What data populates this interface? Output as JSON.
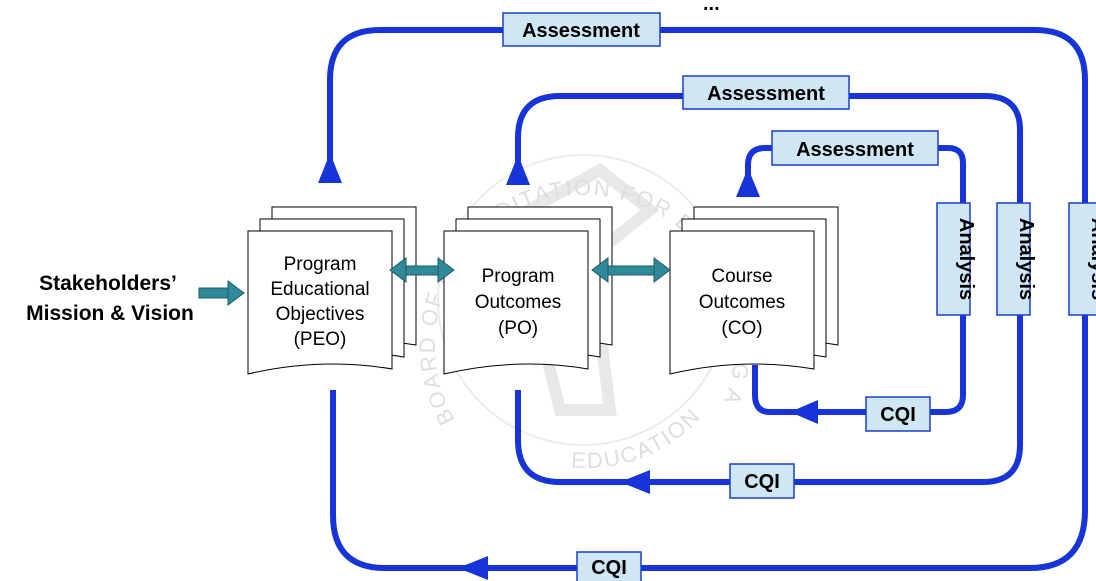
{
  "title_fragment": "...",
  "stakeholders": {
    "line1": "Stakeholders’",
    "line2": "Mission & Vision"
  },
  "documents": {
    "peo": {
      "line1": "Program",
      "line2": "Educational",
      "line3": "Objectives",
      "line4": "(PEO)"
    },
    "po": {
      "line1": "Program",
      "line2": "Outcomes",
      "line3": "(PO)"
    },
    "co": {
      "line1": "Course",
      "line2": "Outcomes",
      "line3": "(CO)"
    }
  },
  "loops": {
    "outer": {
      "assessment": "Assessment",
      "analysis": "Analysis",
      "cqi": "CQI"
    },
    "middle": {
      "assessment": "Assessment",
      "analysis": "Analysis",
      "cqi": "CQI"
    },
    "inner": {
      "assessment": "Assessment",
      "analysis": "Analysis",
      "cqi": "CQI"
    }
  },
  "watermark": {
    "top_arc": "BOARD OF ACCREDITATION FOR ENGINEERING AND",
    "bottom_arc": "EDUCATION"
  },
  "colors": {
    "loop": "#1634d8",
    "label_fill": "#cfe6f5",
    "connector": "#2e8a99",
    "watermark": "#dedede"
  }
}
